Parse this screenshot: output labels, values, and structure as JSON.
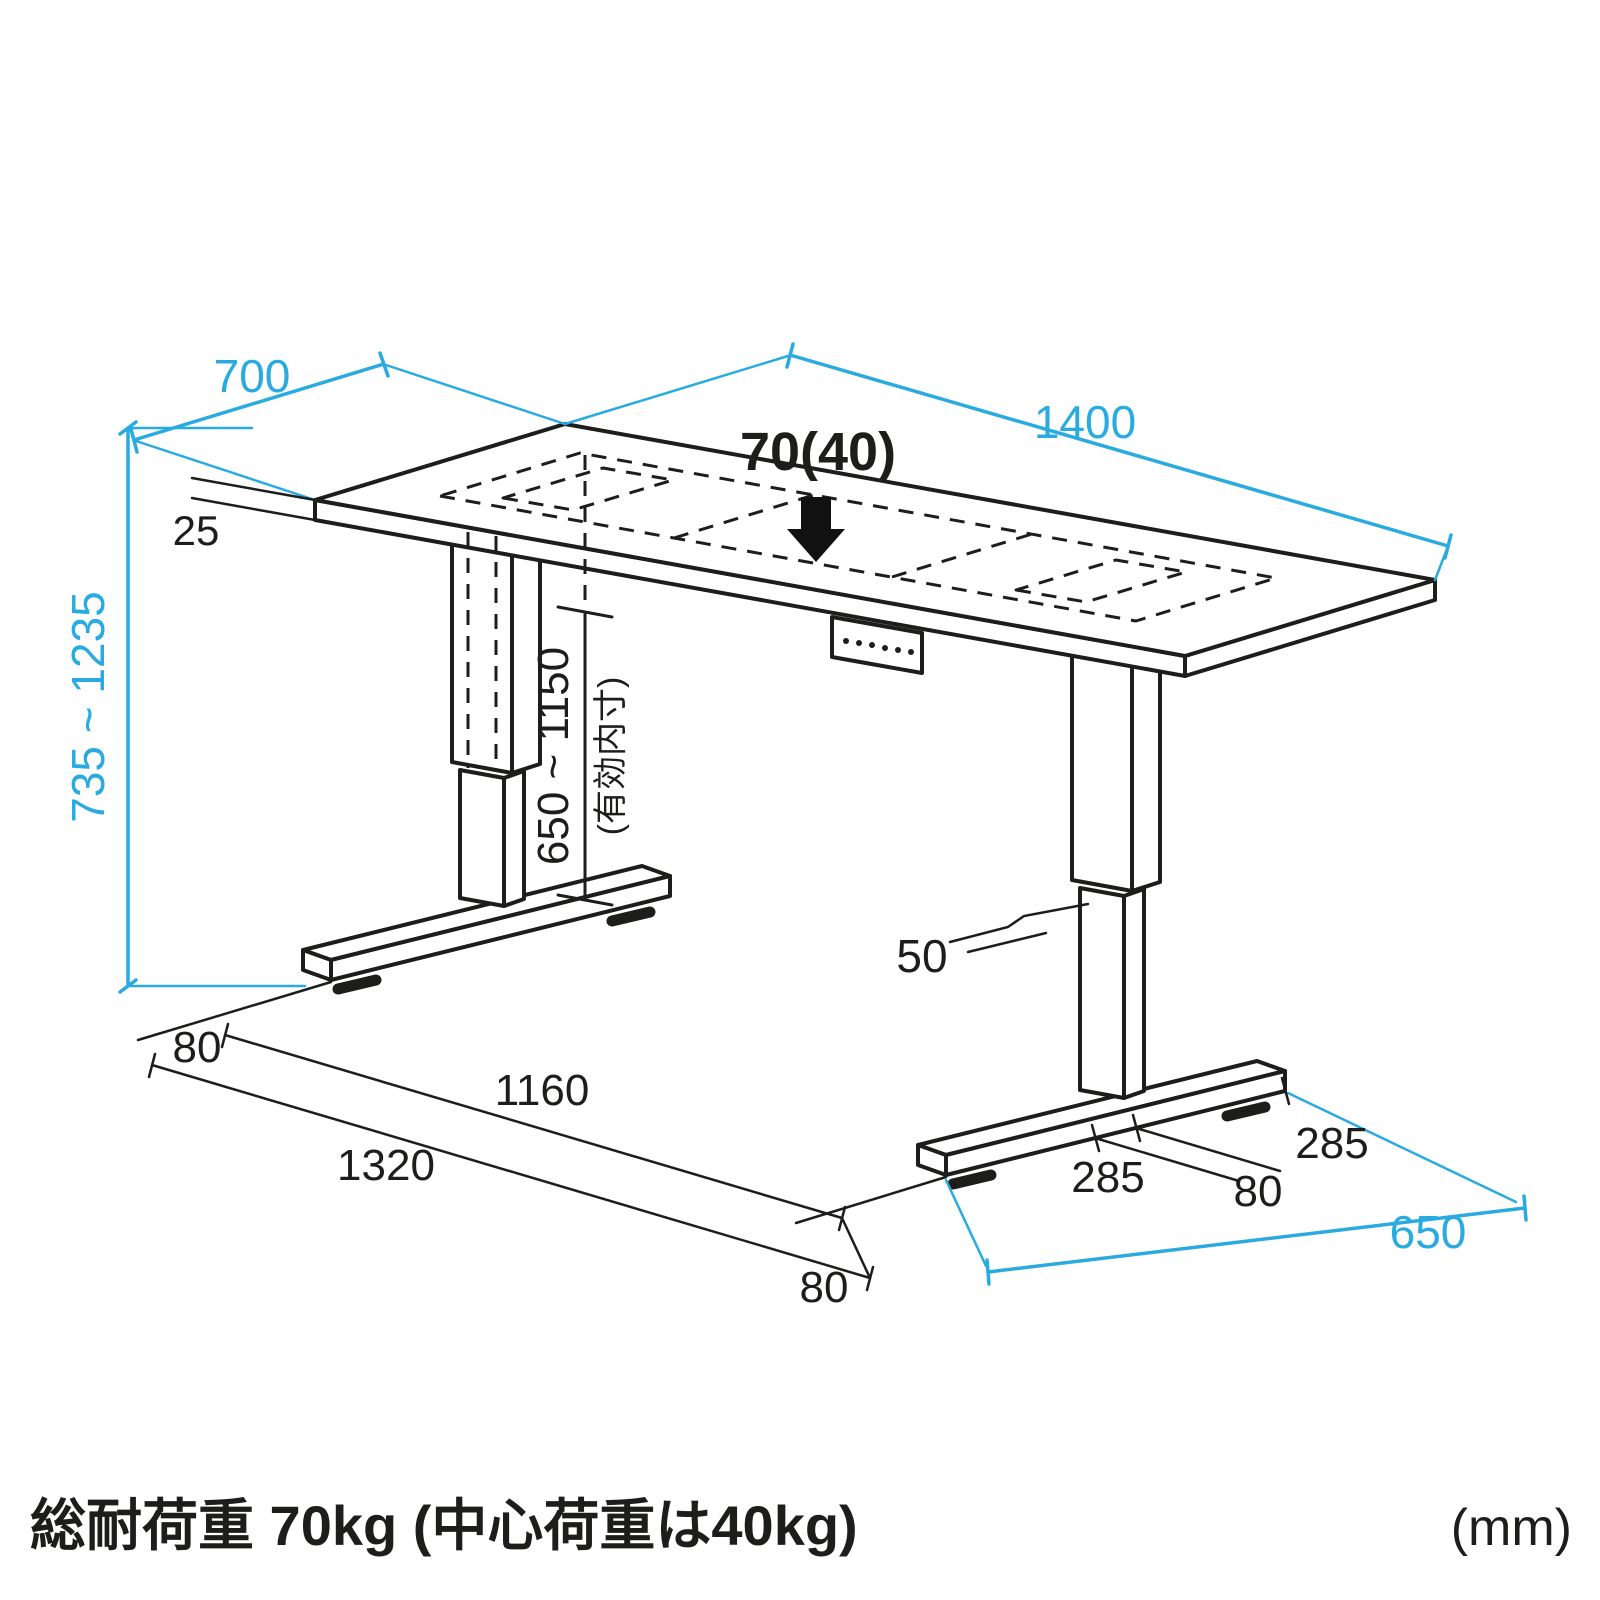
{
  "diagram": {
    "colors": {
      "dimension_line": "#29abe2",
      "drawing_line": "#1d1d1b"
    },
    "labels": {
      "depth": "700",
      "width": "1400",
      "top_thickness": "25",
      "height_range": "735 ~ 1235",
      "inner_height": "650 ~ 1150",
      "inner_height_note": "(有効内寸)",
      "max_load": "70(40)",
      "column_width": "50",
      "foot_offset_left": "80",
      "inner_span": "1160",
      "outer_span": "1320",
      "foot_offset_bottom": "80",
      "foot_seg_front": "285",
      "foot_seg_back": "285",
      "foot_center_width": "80",
      "foot_length": "650"
    },
    "footer": {
      "load_note": "総耐荷重 70kg (中心荷重は40kg)",
      "unit": "(mm)"
    }
  }
}
